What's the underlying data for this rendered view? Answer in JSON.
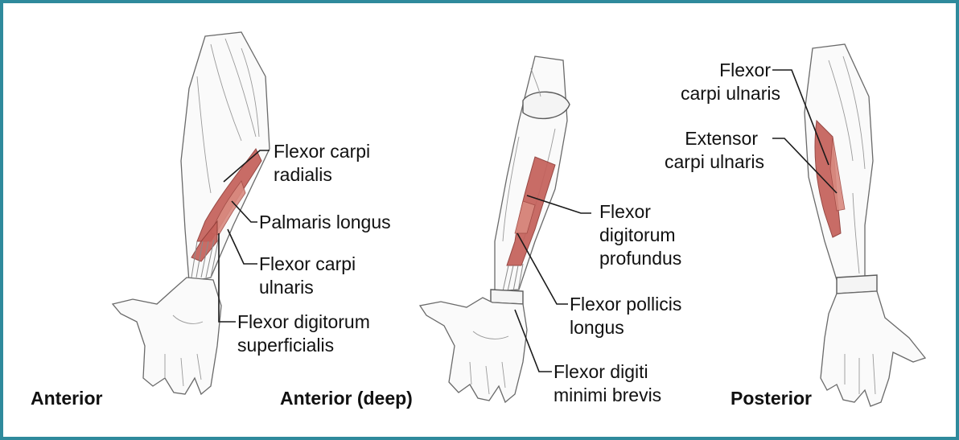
{
  "figure": {
    "frame_color": "#2f8a9c",
    "muscle_color": "#c4605a",
    "panels": [
      {
        "caption": "Anterior",
        "labels": [
          {
            "line1": "Flexor carpi",
            "line2": "radialis"
          },
          {
            "line1": "Palmaris longus",
            "line2": ""
          },
          {
            "line1": "Flexor carpi",
            "line2": "ulnaris"
          },
          {
            "line1": "Flexor digitorum",
            "line2": "superficialis"
          }
        ]
      },
      {
        "caption": "Anterior (deep)",
        "labels": [
          {
            "line1": "Flexor",
            "line2": "digitorum",
            "line3": "profundus"
          },
          {
            "line1": "Flexor pollicis",
            "line2": "longus"
          },
          {
            "line1": "Flexor digiti",
            "line2": "minimi brevis"
          }
        ]
      },
      {
        "caption": "Posterior",
        "labels": [
          {
            "line1": "Flexor",
            "line2": "carpi ulnaris"
          },
          {
            "line1": "Extensor",
            "line2": "carpi ulnaris"
          }
        ]
      }
    ]
  }
}
